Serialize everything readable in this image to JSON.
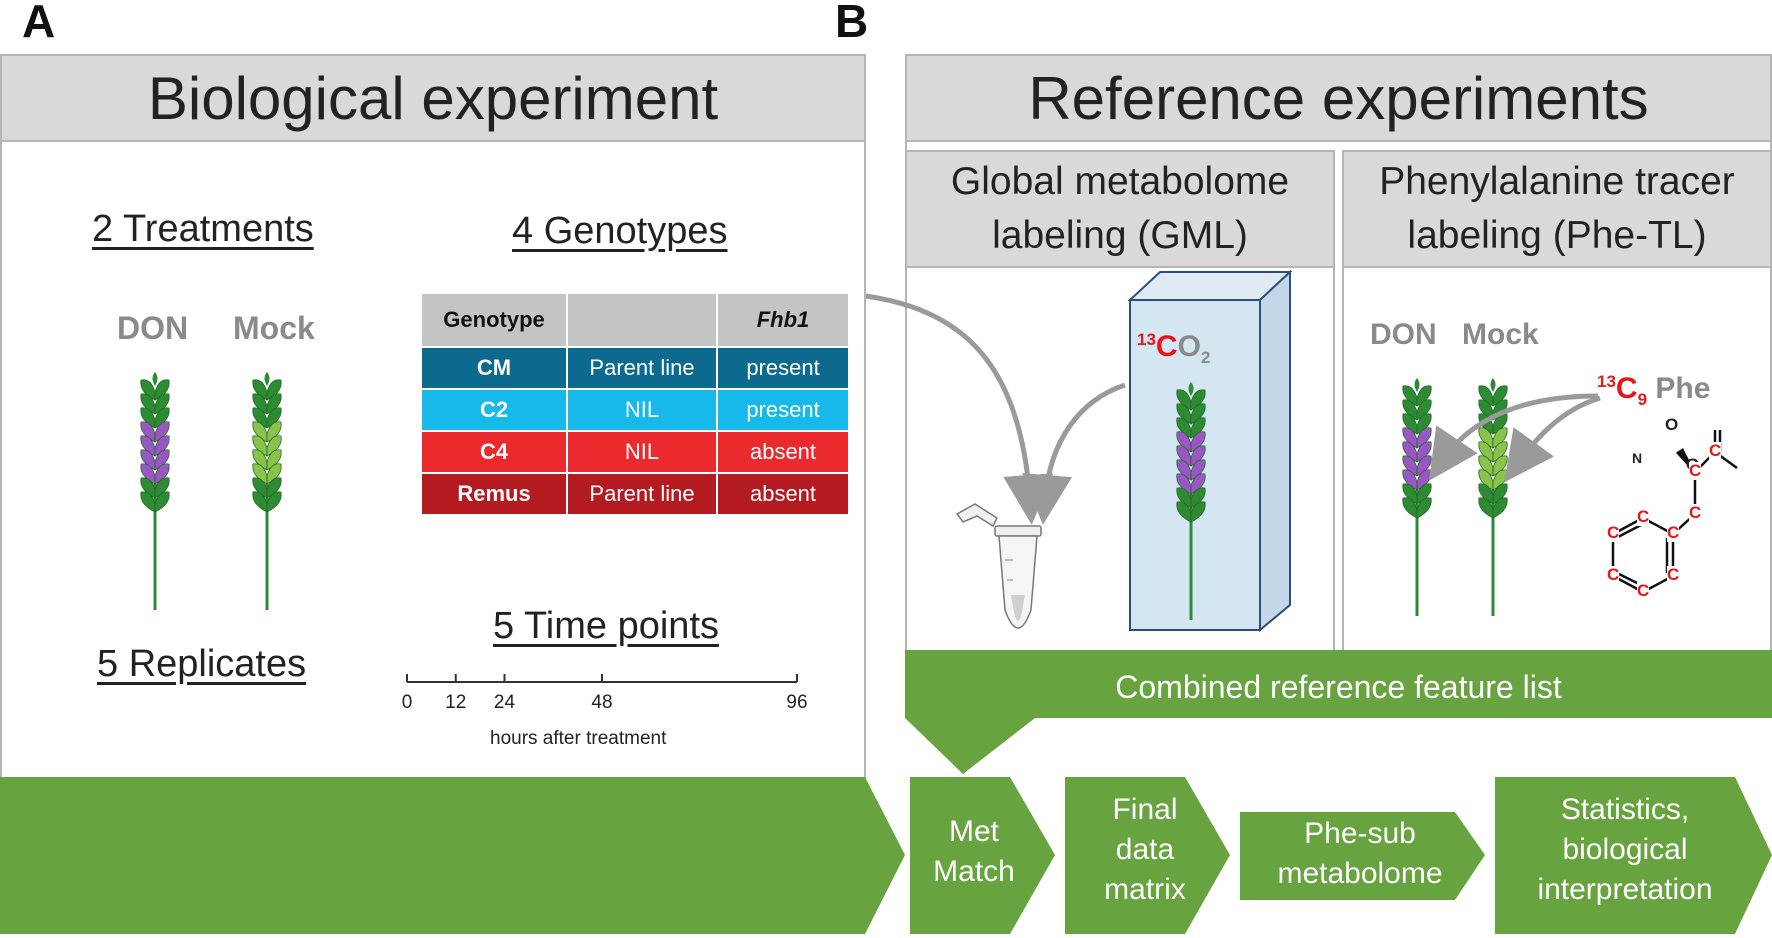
{
  "panels": {
    "a": {
      "letter": "A",
      "title": "Biological experiment",
      "treatments": {
        "title": "2 Treatments",
        "labels": [
          "DON",
          "Mock"
        ]
      },
      "genotypes": {
        "title": "4 Genotypes",
        "headers": [
          "Genotype",
          "",
          "Fhb1"
        ],
        "rows": [
          {
            "name": "CM",
            "type": "Parent line",
            "fhb1": "present",
            "color": "#0d6a8f"
          },
          {
            "name": "C2",
            "type": "NIL",
            "fhb1": "present",
            "color": "#17b8ea"
          },
          {
            "name": "C4",
            "type": "NIL",
            "fhb1": "absent",
            "color": "#ea2a2c"
          },
          {
            "name": "Remus",
            "type": "Parent line",
            "fhb1": "absent",
            "color": "#b31b20"
          }
        ]
      },
      "replicates": {
        "title": "5 Replicates"
      },
      "timepoints": {
        "title": "5 Time points",
        "ticks": [
          0,
          12,
          24,
          48,
          96
        ],
        "axis_label": "hours after treatment"
      }
    },
    "b": {
      "letter": "B",
      "title": "Reference experiments",
      "gml": {
        "title_line1": "Global metabolome",
        "title_line2": "labeling (GML)",
        "isotope_mass": "13",
        "isotope_element": "C",
        "isotope_rest": "O",
        "isotope_sub": "2"
      },
      "phe": {
        "title_line1": "Phenylalanine tracer",
        "title_line2": "labeling (Phe-TL)",
        "labels": [
          "DON",
          "Mock"
        ],
        "tracer_mass": "13",
        "tracer_element": "C",
        "tracer_sub": "9",
        "tracer_name": "Phe",
        "molecule": {
          "n": "N",
          "o1": "O",
          "o2": "O",
          "c": "C"
        }
      },
      "combined": "Combined reference feature list"
    }
  },
  "workflow": [
    {
      "id": "met-match",
      "lines": [
        "Met",
        "Match"
      ]
    },
    {
      "id": "final-data-matrix",
      "lines": [
        "Final",
        "data",
        "matrix"
      ]
    },
    {
      "id": "phe-sub-metabolome",
      "lines": [
        "Phe-sub",
        "metabolome"
      ]
    },
    {
      "id": "statistics",
      "lines": [
        "Statistics,",
        "biological",
        "interpretation"
      ]
    }
  ],
  "colors": {
    "green": "#67a33f",
    "gray_header": "#d9d9d9",
    "border": "#b5b5b5",
    "isotope_red": "#e8141b",
    "spike_dark": "#2e8b34",
    "spike_purple": "#9a57c4",
    "spike_lightgreen": "#8bc34a"
  }
}
